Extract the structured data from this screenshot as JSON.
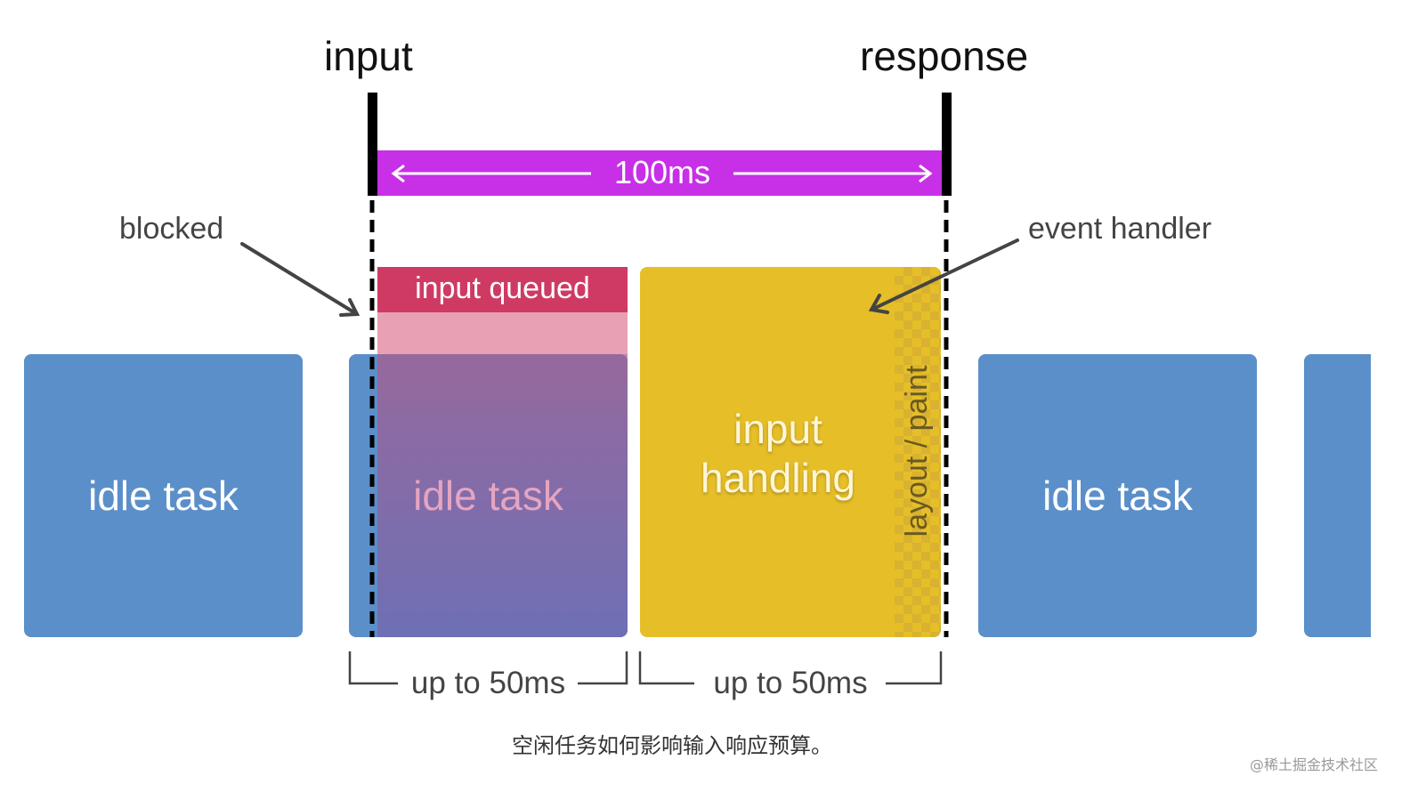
{
  "labels": {
    "input": "input",
    "response": "response",
    "duration": "100ms",
    "blocked": "blocked",
    "event_handler": "event handler",
    "input_queued": "input queued",
    "input_handling_line1": "input",
    "input_handling_line2": "handling",
    "layout_paint": "layout / paint",
    "up_to_50ms_1": "up to 50ms",
    "up_to_50ms_2": "up to 50ms"
  },
  "tasks": [
    {
      "label": "idle task"
    },
    {
      "label": "idle task"
    },
    {
      "label": "idle task"
    }
  ],
  "caption": "空闲任务如何影响输入响应预算。",
  "watermark": "@稀土掘金技术社区",
  "colors": {
    "idle_task": "#5b8fc9",
    "duration_bar": "#c730e6",
    "input_queued": "#cf3a63",
    "input_queued_light": "#e8a0b5",
    "input_handling": "#e6be28",
    "marker": "#000000",
    "arrow": "#444444"
  }
}
